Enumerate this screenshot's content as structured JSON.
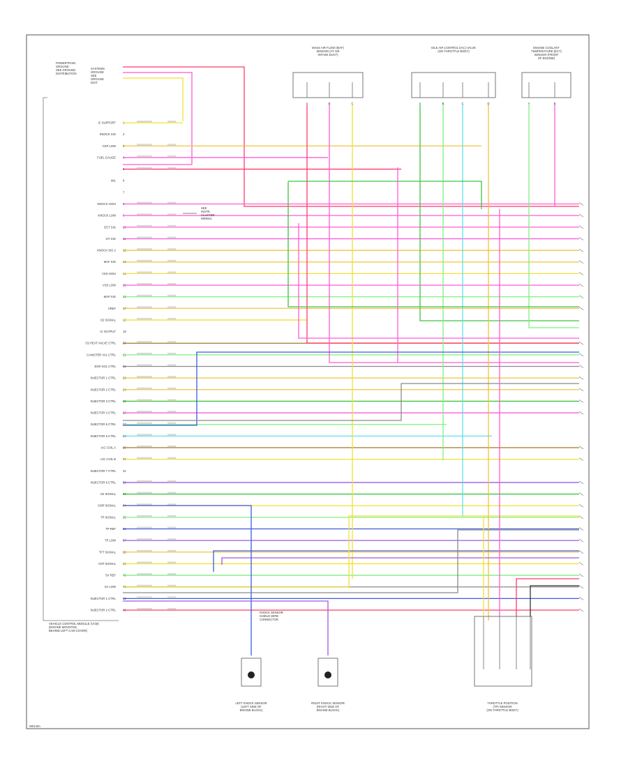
{
  "diagram": {
    "footer_code": "W0140A",
    "module_name": "VEHICLE CONTROL MODULE (VCM)\n(ENGINE MOUNTED,\nBEHIND LEFT CAM COVER)",
    "connector_top_labels": [
      "POWERTRAIN\nGROUND\nSEE GROUND\nDISTRIBUTION",
      "SYSTEMS\nGROUND\nSEE\nGROUND\nDIST."
    ],
    "left_pins": [
      "IC SUPPORT",
      "KNOCK SIG",
      "CKP LOW",
      "FUEL GAUGE",
      "",
      "MIL",
      "",
      "KNOCK HIGH",
      "KNOCK LOW",
      "ECT SIG",
      "IAT SIG",
      "KNOCK SIG 2",
      "MAF SIG",
      "VSS HIGH",
      "VSS LOW",
      "MAP SIG",
      "VREF",
      "O2 SIGNAL",
      "IC OUTPUT",
      "O2 HEAT VALVE CTRL",
      "CANISTER VAL CTRL",
      "EGR SOL CTRL",
      "INJECTOR 1 CTRL",
      "INJECTOR 2 CTRL",
      "INJECTOR 3 CTRL",
      "INJECTOR 4 CTRL",
      "INJECTOR 5 CTRL",
      "INJECTOR 6 CTRL",
      "IAC COIL A",
      "IAC COIL B",
      "INJECTOR 7 CTRL",
      "INJECTOR 8 CTRL",
      "O2 SIGNAL",
      "CMP SIGNAL",
      "TP SIGNAL",
      "TP REF",
      "TP LOW",
      "TFT SIGNAL",
      "CKP SIGNAL",
      "5V REF",
      "5V LOW",
      "INJECTOR 1 CTRL",
      "INJECTOR 2 CTRL"
    ],
    "top_components": [
      {
        "name": "MASS AIR FLOW (MAF)\nSENSOR (AT AIR\nINTAKE DUCT)",
        "pins": [
          "A",
          "B",
          "C"
        ]
      },
      {
        "name": "IDLE AIR CONTROL (IAC) VALVE\n(ON THROTTLE BODY)",
        "pins": [
          "A",
          "B",
          "C",
          "D"
        ]
      },
      {
        "name": "ENGINE COOLANT\nTEMPERATURE (ECT)\nSENSOR (FRONT\nOF ENGINE)",
        "pins": [
          "A",
          "B"
        ]
      }
    ],
    "bottom_components": [
      {
        "name": "LEFT KNOCK SENSOR\n(LEFT SIDE OF\nENGINE BLOCK)"
      },
      {
        "name": "RIGHT KNOCK SENSOR\n(RIGHT SIDE OF\nENGINE BLOCK)"
      },
      {
        "name": "THROTTLE POSITION\n(TP) SENSOR\n(ON THROTTLE BODY)"
      }
    ],
    "shield_label": "KNOCK SENSOR\nSHIELD WIRE\nCONNECTOR",
    "mil_note": "SEE\nINSTR.\nCLUSTER\nWIRING",
    "colors": {
      "red": "#ff3b6b",
      "pink": "#ff5bd6",
      "yellow": "#f2e033",
      "orange": "#f0c040",
      "green": "#3fc43f",
      "lightgreen": "#7ef07e",
      "blue": "#3a5ae0",
      "purple": "#9b5be0",
      "gray": "#8a8a8a",
      "cyan": "#5ee0e8",
      "brown": "#a07828",
      "black": "#333333"
    }
  }
}
